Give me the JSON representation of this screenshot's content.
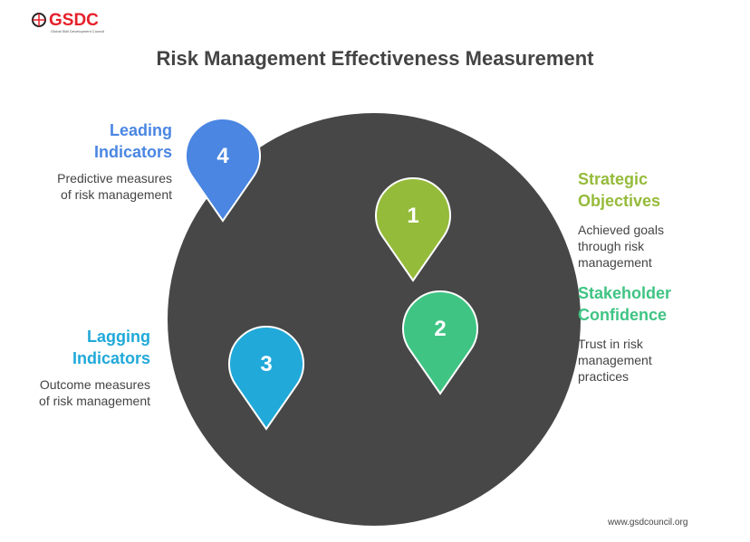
{
  "logo": {
    "name": "GSDC",
    "tagline": "Global Skill Development Council"
  },
  "title": "Risk Management Effectiveness Measurement",
  "items": [
    {
      "num": "1",
      "title1": "Strategic",
      "title2": "Objectives",
      "desc": [
        "Achieved goals",
        "through risk",
        "management"
      ],
      "color": "#95bb3a"
    },
    {
      "num": "2",
      "title1": "Stakeholder",
      "title2": "Confidence",
      "desc": [
        "Trust in risk",
        "management",
        "practices"
      ],
      "color": "#3fc483"
    },
    {
      "num": "3",
      "title1": "Lagging",
      "title2": "Indicators",
      "desc": [
        "Outcome measures",
        "of risk management"
      ],
      "color": "#21a9d9"
    },
    {
      "num": "4",
      "title1": "Leading",
      "title2": "Indicators",
      "desc": [
        "Predictive measures",
        "of risk management"
      ],
      "color": "#4a86e2"
    }
  ],
  "circle_color": "#474747",
  "footer": "www.gsdcouncil.org"
}
